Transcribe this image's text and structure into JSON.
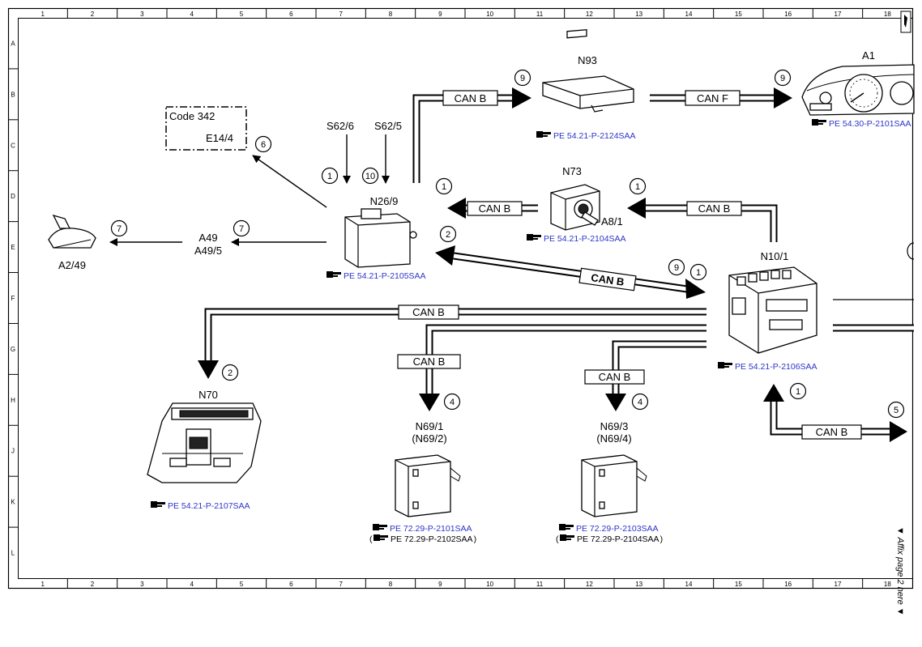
{
  "colors": {
    "ref_link": "#2e35c8",
    "line": "#000000",
    "background": "#ffffff"
  },
  "grid": {
    "columns": [
      "1",
      "2",
      "3",
      "4",
      "5",
      "6",
      "7",
      "8",
      "9",
      "10",
      "11",
      "12",
      "13",
      "14",
      "15",
      "16",
      "17",
      "18"
    ],
    "rows": [
      "A",
      "B",
      "C",
      "D",
      "E",
      "F",
      "G",
      "H",
      "J",
      "K",
      "L"
    ]
  },
  "components": {
    "n93": "N93",
    "a1": "A1",
    "n26_9": "N26/9",
    "n73": "N73",
    "a8_1": "A8/1",
    "n10_1": "N10/1",
    "a2_49": "A2/49",
    "a49": "A49",
    "a49_5": "A49/5",
    "s62_6": "S62/6",
    "s62_5": "S62/5",
    "n70": "N70",
    "n69_1": "N69/1",
    "n69_2": "(N69/2)",
    "n69_3": "N69/3",
    "n69_4": "(N69/4)"
  },
  "code_box": {
    "code": "Code 342",
    "item": "E14/4"
  },
  "bus_labels": {
    "n26_n93": "CAN B",
    "n93_a1": "CAN F",
    "n73_n26": "CAN B",
    "n10_n73": "CAN B",
    "n26_n10": "CAN B",
    "n10_n70": "CAN B",
    "n10_n69_1": "CAN B",
    "n10_n69_3": "CAN B",
    "n10_out": "CAN B"
  },
  "refs": {
    "n93": "PE 54.21-P-2124SAA",
    "a1": "PE 54.30-P-2101SAA",
    "n73": "PE 54.21-P-2104SAA",
    "n26": "PE 54.21-P-2105SAA",
    "n10": "PE 54.21-P-2106SAA",
    "n70": "PE 54.21-P-2107SAA",
    "n69_1": "PE 72.29-P-2101SAA",
    "n69_2": "PE 72.29-P-2102SAA",
    "n69_3": "PE 72.29-P-2103SAA",
    "n69_4": "PE 72.29-P-2104SAA"
  },
  "paren_open": "(",
  "paren_close": ")",
  "markers": {
    "m_n93": "9",
    "m_a1": "9",
    "m_code": "6",
    "m_s626": "1",
    "m_s625": "10",
    "m_n73": "1",
    "m_a81": "1",
    "m_n26": "2",
    "m_a249": "7",
    "m_a49": "7",
    "m_bus9": "9",
    "m_bus1": "1",
    "m_n70": "2",
    "m_n691": "4",
    "m_n693": "4",
    "m_n10up": "1",
    "m_out": "5"
  },
  "side_note": "▼ Affix page 2 here ▼"
}
